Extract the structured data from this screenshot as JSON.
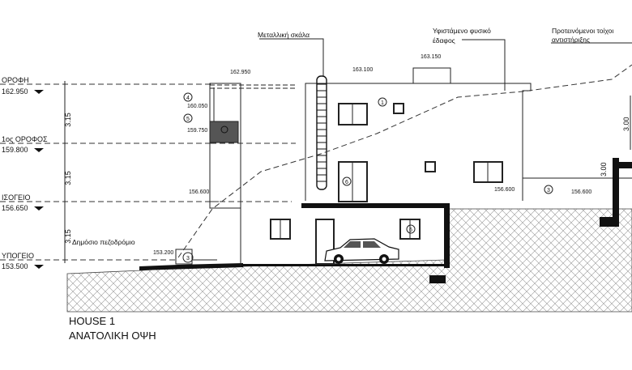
{
  "drawing": {
    "title": "HOUSE 1",
    "subtitle": "ΑΝΑΤΟΛΙΚΗ ΟΨΗ",
    "levels": [
      {
        "name": "ΟΡΟΦΗ",
        "elevation": "162.950"
      },
      {
        "name": "1ος ΟΡΟΦΟΣ",
        "elevation": "159.800"
      },
      {
        "name": "ΙΣΟΓΕΙΟ",
        "elevation": "156.650"
      },
      {
        "name": "ΥΠΟΓΕΙΟ",
        "elevation": "153.500"
      }
    ],
    "floor_heights": [
      "3.15",
      "3.15",
      "3.15"
    ],
    "annotations": {
      "ladder": "Μεταλλική σκάλα",
      "natural_ground_1": "Υφιστάμενο φυσικό",
      "natural_ground_2": "έδαφος",
      "retaining_1": "Προτεινόμενοι τοίχοι",
      "retaining_2": "αντιστήριξης",
      "sidewalk": "Δημόσιο πεζοδρόμιο"
    },
    "spot_levels": {
      "parapet": "162.950",
      "roof": "163.100",
      "roof_box": "163.150",
      "tank_top": "160.050",
      "tank_bottom": "159.750",
      "left_ground": "156.600",
      "terrace": "156.600",
      "yard": "156.600",
      "sidewalk": "153.200"
    },
    "wall_heights": [
      "3.00",
      "3.00"
    ],
    "markers": [
      "1",
      "3",
      "3",
      "4",
      "5",
      "6",
      "6"
    ]
  }
}
